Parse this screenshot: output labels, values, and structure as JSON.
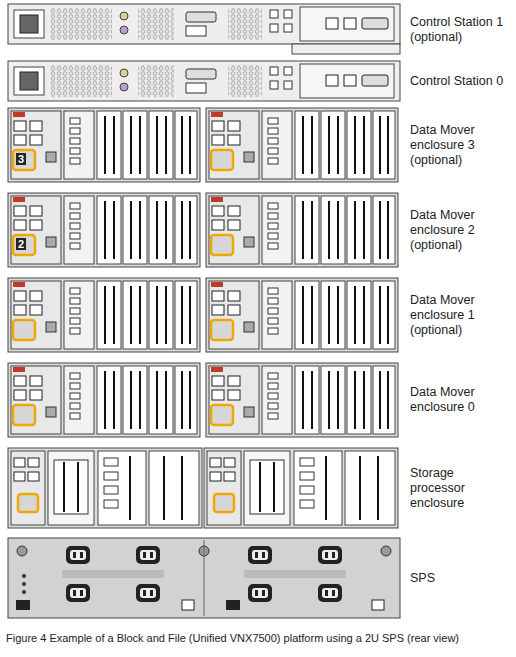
{
  "diagram": {
    "caption": "Figure 4 Example of a Block and File (Unified VNX7500) platform using a 2U SPS (rear view)",
    "nodes": [
      {
        "text": [
          "Control Station 1 (optional)"
        ]
      },
      {
        "text": [
          "Control Station 0"
        ]
      },
      {
        "text": [
          "Data Mover enclosure 3 (optional)"
        ]
      },
      {
        "text": [
          "Data Mover enclosure 2 (optional)"
        ]
      },
      {
        "text": [
          "Data Mover enclosure 1 (optional)"
        ]
      },
      {
        "text": [
          "Data Mover enclosure 0"
        ]
      },
      {
        "text": [
          "Storage processor enclosure"
        ]
      },
      {
        "text": [
          "SPS"
        ]
      }
    ],
    "labels": [
      "3",
      "2"
    ]
  }
}
